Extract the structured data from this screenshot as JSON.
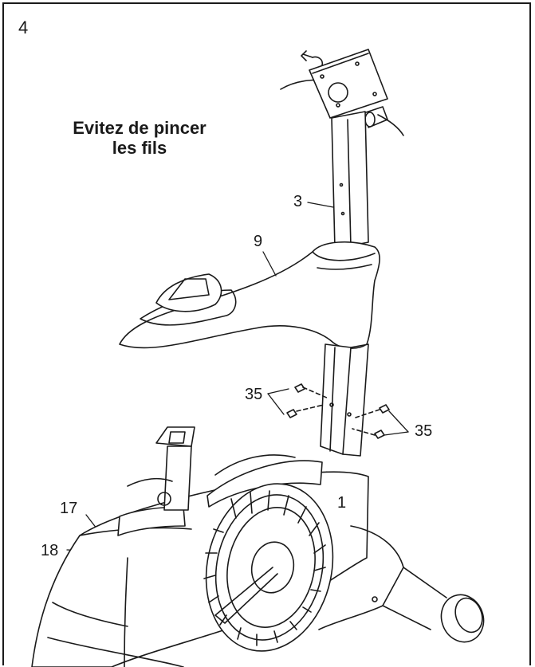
{
  "step_number": "4",
  "warning": {
    "line1": "Evitez de pincer",
    "line2": "les fils"
  },
  "labels": {
    "part_3": "3",
    "part_9": "9",
    "part_35_left": "35",
    "part_35_right": "35",
    "part_1": "1",
    "part_17": "17",
    "part_18": "18"
  }
}
